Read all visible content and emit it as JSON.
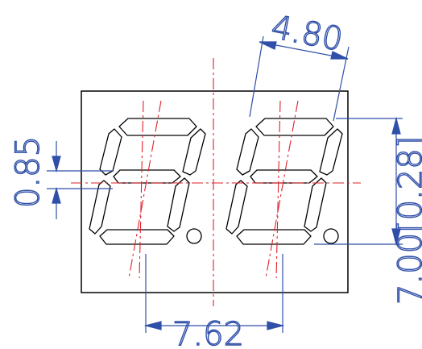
{
  "colors": {
    "outline": "#000000",
    "dimension": "#2f4fa8",
    "centerline": "#e0202a",
    "background": "#ffffff"
  },
  "dimensions": {
    "digit_pitch": "4.80",
    "segment_width": "0.85",
    "digit_height": "7.00[0.28]",
    "body_width": "7.62"
  }
}
